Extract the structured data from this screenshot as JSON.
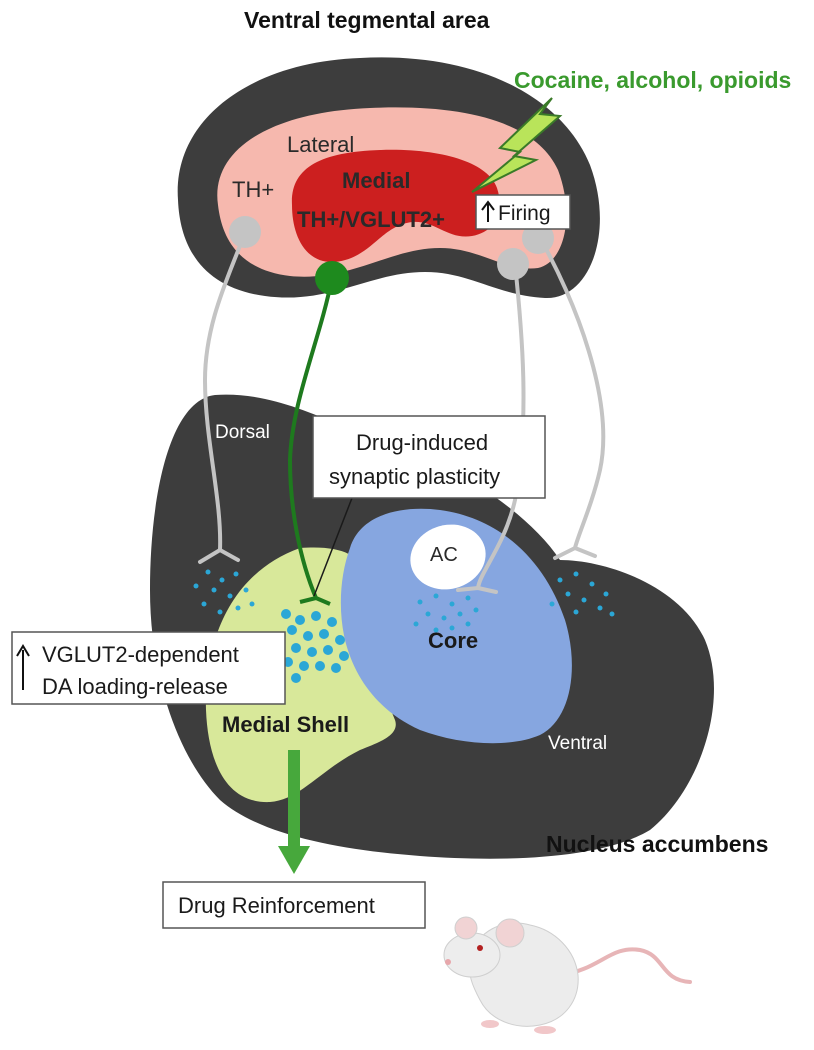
{
  "titles": {
    "vta": "Ventral tegmental area",
    "nac": "Nucleus accumbens"
  },
  "drugs": {
    "label": "Cocaine, alcohol, opioids",
    "color": "#3a9a2e"
  },
  "vta": {
    "lateral": "Lateral",
    "th_plus": "TH+",
    "medial": "Medial",
    "medial_type": "TH+/VGLUT2+",
    "firing": "Firing"
  },
  "nac": {
    "dorsal": "Dorsal",
    "ventral": "Ventral",
    "ac": "AC",
    "core": "Core",
    "medial_shell": "Medial Shell"
  },
  "boxes": {
    "plasticity_line1": "Drug-induced",
    "plasticity_line2": "synaptic plasticity",
    "vglut2_line1": "VGLUT2-dependent",
    "vglut2_line2": "DA loading-release",
    "reinforcement": "Drug Reinforcement"
  },
  "colors": {
    "dark_tissue": "#3d3d3d",
    "lateral_pink": "#f6b8ae",
    "medial_red": "#cc1f1f",
    "projection_green": "#1e7a1e",
    "core_blue": "#86a6e0",
    "shell_yellow": "#d8e89a",
    "vesicle_blue": "#2ba7d6",
    "arrow_green": "#47a83c",
    "neuron_gray": "#c4c4c4"
  },
  "icons": [
    "lightning-icon",
    "up-arrow-icon",
    "mouse-illustration"
  ]
}
